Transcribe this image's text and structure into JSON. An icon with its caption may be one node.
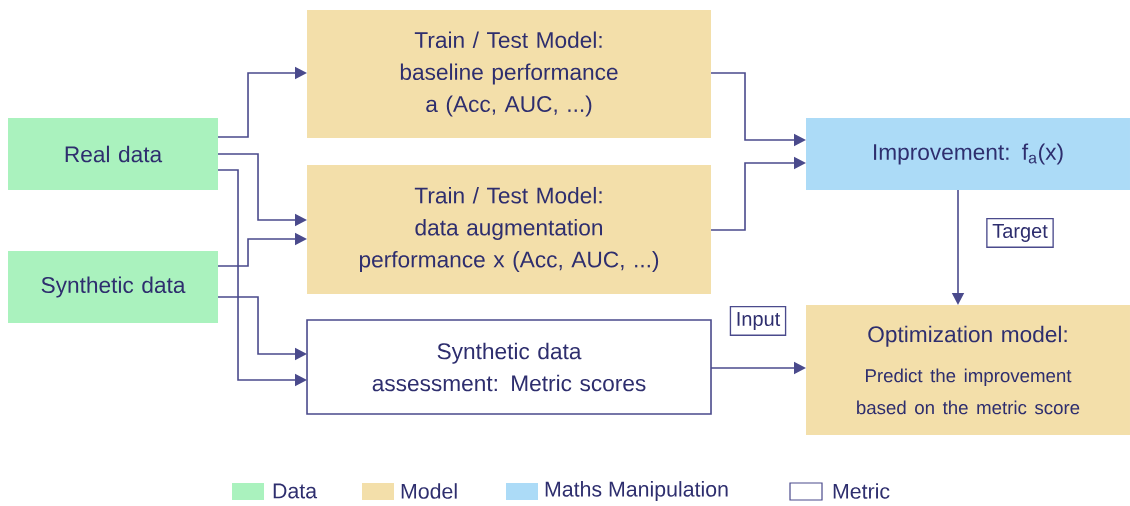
{
  "diagram": {
    "nodes": [
      {
        "text": [
          "Real data"
        ]
      },
      {
        "text": [
          "Synthetic data"
        ]
      },
      {
        "text": [
          "Train / Test Model: baseline performance a (Acc, AUC, ...)"
        ]
      },
      {
        "text": [
          "Train / Test Model: data augmentation performance x (Acc, AUC, ...)"
        ]
      },
      {
        "text": [
          "Synthetic data assessment: Metric scores"
        ]
      },
      {
        "text": [
          "Improvement: f$_{a}$(x)"
        ]
      },
      {
        "text": [
          "Optimization model:",
          "Predict the improvement based on the metric score"
        ]
      }
    ],
    "edges": [
      {
        "from": 0,
        "to": 2,
        "arrow": "to"
      },
      {
        "from": 0,
        "to": 3,
        "arrow": "to"
      },
      {
        "from": 1,
        "to": 3,
        "arrow": "to"
      },
      {
        "from": 0,
        "to": 4,
        "arrow": "to"
      },
      {
        "from": 1,
        "to": 4,
        "arrow": "to"
      },
      {
        "from": 2,
        "to": 5,
        "arrow": "to"
      },
      {
        "from": 3,
        "to": 5,
        "arrow": "to"
      },
      {
        "from": 4,
        "to": 6,
        "arrow": "to",
        "label": "Input"
      },
      {
        "from": 5,
        "to": 6,
        "arrow": "to",
        "label": "Target"
      }
    ],
    "legend": [
      {
        "text": "Data",
        "color": "#aaf2be"
      },
      {
        "text": "Model",
        "color": "#f3dfaa"
      },
      {
        "text": "Maths Manipulation",
        "color": "#acdbf7"
      },
      {
        "text": "Metric"
      }
    ]
  }
}
